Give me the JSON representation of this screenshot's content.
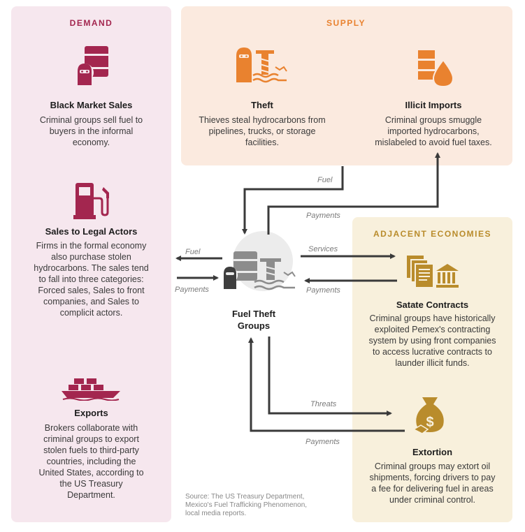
{
  "colors": {
    "demand_bg": "#f6e7ee",
    "demand_accent": "#a3264f",
    "supply_bg": "#fbeadf",
    "supply_accent": "#e9822f",
    "adjacent_bg": "#f8f0dc",
    "adjacent_accent": "#b98c2c",
    "arrow": "#3a3a3a",
    "center_icon": "#8c8c8c"
  },
  "demand": {
    "title": "DEMAND",
    "black_market": {
      "icon": "oil-barrels-thief-icon",
      "heading": "Black Market Sales",
      "lines": [
        "Criminal groups sell fuel to",
        "buyers in the informal",
        "economy."
      ]
    },
    "legal": {
      "icon": "fuel-pump-icon",
      "heading": "Sales to Legal Actors",
      "lines": [
        "Firms in the formal economy",
        "also purchase stolen",
        "hydrocarbons. The sales tend",
        "to fall into three categories:",
        "Forced sales,  Sales to front",
        "companies, and Sales to",
        "complicit actors."
      ]
    },
    "exports": {
      "icon": "cargo-ship-icon",
      "heading": "Exports",
      "lines": [
        "Brokers collaborate with",
        "criminal groups to export",
        "stolen fuels to third-party",
        "countries, including the",
        "United States, according to",
        "the US Treasury",
        "Department."
      ]
    }
  },
  "supply": {
    "title": "SUPPLY",
    "theft": {
      "icon": "pipeline-thief-icon",
      "heading": "Theft",
      "lines": [
        "Thieves steal hydrocarbons from",
        "pipelines, trucks, or storage",
        "facilities."
      ]
    },
    "imports": {
      "icon": "fuel-drop-barrels-icon",
      "heading": "Illicit Imports",
      "lines": [
        "Criminal groups smuggle",
        "imported hydrocarbons,",
        "mislabeled to avoid fuel taxes."
      ]
    }
  },
  "adjacent": {
    "title": "ADJACENT ECONOMIES",
    "contracts": {
      "icon": "contract-bank-icon",
      "heading": "Satate Contracts",
      "lines": [
        "Criminal groups have historically",
        "exploited Pemex's contracting",
        "system by using front companies",
        "to access lucrative contracts to",
        "launder illicit funds."
      ]
    },
    "extortion": {
      "icon": "money-bag-hand-icon",
      "heading": "Extortion",
      "lines": [
        "Criminal groups may extort oil",
        "shipments, forcing drivers to pay",
        "a fee for delivering fuel in areas",
        "under criminal control."
      ]
    }
  },
  "center": {
    "icon": "fuel-theft-group-icon",
    "lines": [
      "Fuel Theft",
      "Groups"
    ]
  },
  "flows": {
    "supply_fuel": "Fuel",
    "supply_payments": "Payments",
    "demand_fuel": "Fuel",
    "demand_payments": "Payments",
    "adjacent_services": "Services",
    "adjacent_payments": "Payments",
    "extortion_threats": "Threats",
    "extortion_payments": "Payments"
  },
  "source": {
    "lines": [
      "Source: The US Treasury Department,",
      "Mexico's Fuel Trafficking Phenomenon,",
      "local media reports."
    ]
  }
}
